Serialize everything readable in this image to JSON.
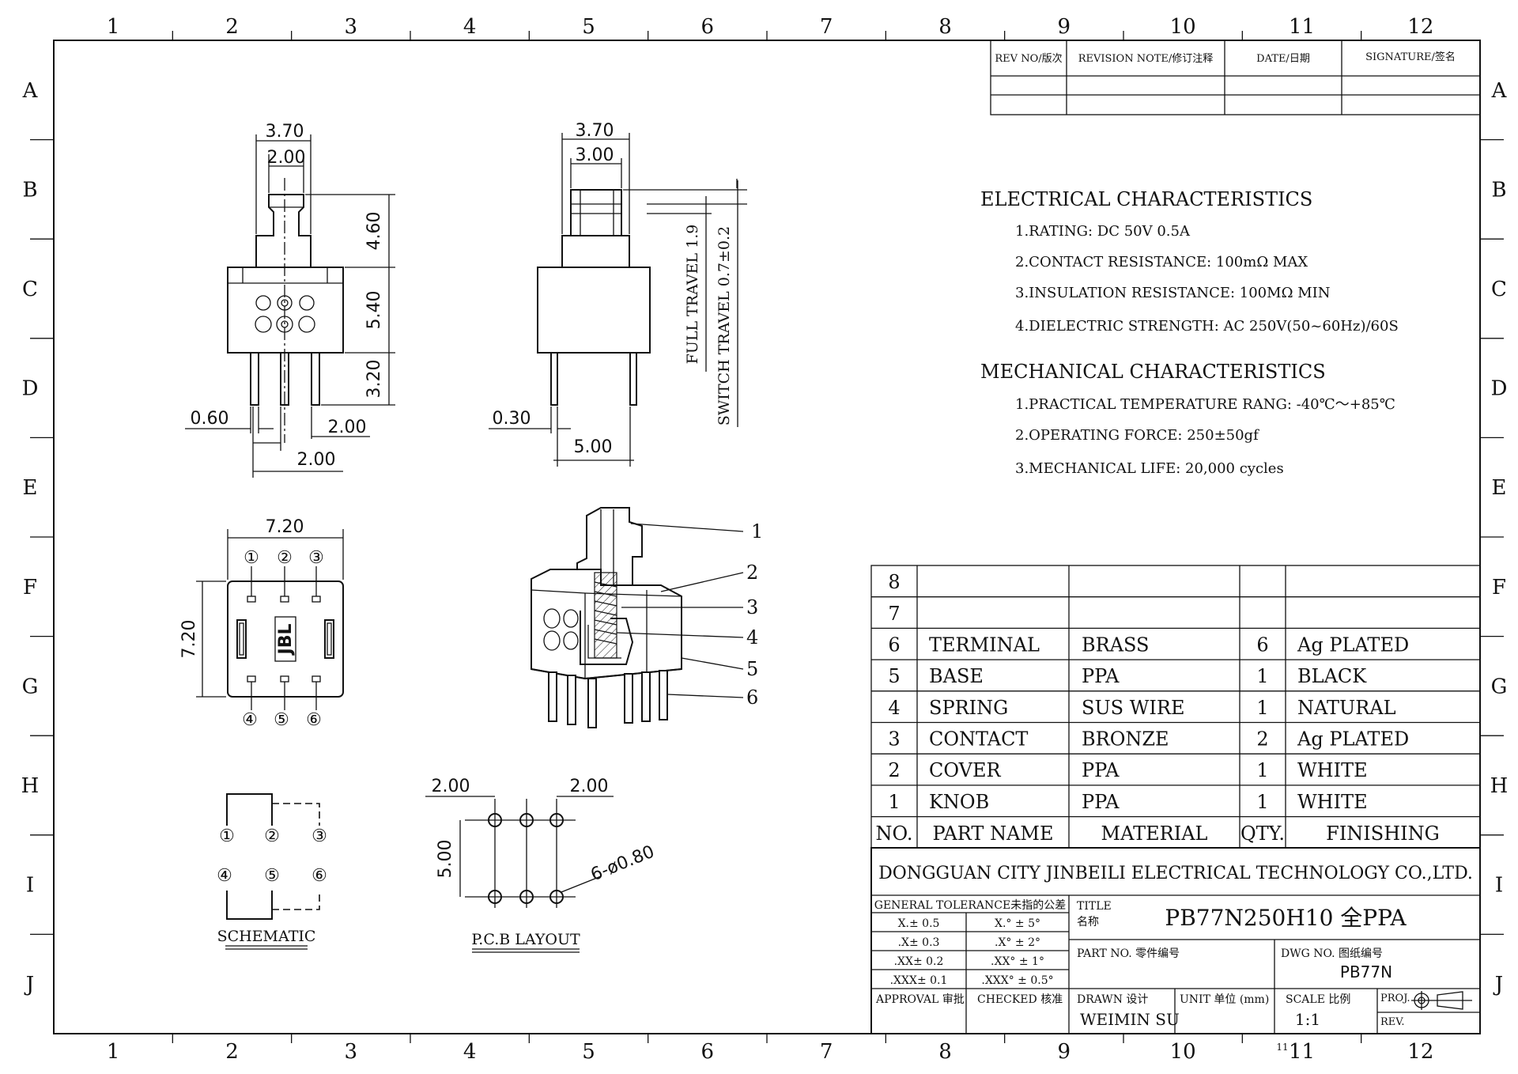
{
  "grid": {
    "cols": [
      "1",
      "2",
      "3",
      "4",
      "5",
      "6",
      "7",
      "8",
      "9",
      "10",
      "11",
      "12"
    ],
    "rows": [
      "A",
      "B",
      "C",
      "D",
      "E",
      "F",
      "G",
      "H",
      "I",
      "J"
    ]
  },
  "revision_table": {
    "headers": [
      "REV NO/版次",
      "REVISION NOTE/修订注释",
      "DATE/日期",
      "SIGNATURE/签名"
    ]
  },
  "electrical": {
    "heading": "ELECTRICAL  CHARACTERISTICS",
    "items": [
      "1.RATING: DC 50V 0.5A",
      "2.CONTACT RESISTANCE: 100mΩ  MAX",
      "3.INSULATION RESISTANCE: 100MΩ  MIN",
      "4.DIELECTRIC STRENGTH: AC 250V(50~60Hz)/60S"
    ]
  },
  "mechanical": {
    "heading": "MECHANICAL  CHARACTERISTICS",
    "items": [
      "1.PRACTICAL TEMPERATURE RANG: -40℃～+85℃",
      "2.OPERATING FORCE: 250±50gf",
      "3.MECHANICAL LIFE: 20,000 cycles"
    ]
  },
  "front_view": {
    "dim_top_outer": "3.70",
    "dim_top_inner": "2.00",
    "dim_knob_h": "4.60",
    "dim_body_h": "5.40",
    "dim_pin_h": "3.20",
    "dim_pin_w": "0.60",
    "dim_pitch_right": "2.00",
    "dim_pitch_bottom": "2.00"
  },
  "side_view": {
    "dim_top_outer": "3.70",
    "dim_top_inner": "3.00",
    "dim_pin_w": "0.30",
    "dim_pin_span": "5.00",
    "full_travel": "FULL TRAVEL 1.9",
    "switch_travel": "SWITCH TRAVEL 0.7±0.2"
  },
  "top_view": {
    "dim_w": "7.20",
    "dim_h": "7.20",
    "logo": "JBL",
    "pins_top": [
      "①",
      "②",
      "③"
    ],
    "pins_bottom": [
      "④",
      "⑤",
      "⑥"
    ]
  },
  "exploded": {
    "callouts": [
      "1",
      "2",
      "3",
      "4",
      "5",
      "6"
    ]
  },
  "schematic": {
    "label": "SCHEMATIC",
    "pins_top": [
      "①",
      "②",
      "③"
    ],
    "pins_bottom": [
      "④",
      "⑤",
      "⑥"
    ]
  },
  "pcb": {
    "label": "P.C.B LAYOUT",
    "dim_left": "2.00",
    "dim_right": "2.00",
    "dim_h": "5.00",
    "holes": "6-ø0.80"
  },
  "bom": {
    "empty_rows": [
      "8",
      "7"
    ],
    "rows": [
      {
        "no": "6",
        "part": "TERMINAL",
        "material": "BRASS",
        "qty": "6",
        "finishing": "Ag PLATED"
      },
      {
        "no": "5",
        "part": "BASE",
        "material": "PPA",
        "qty": "1",
        "finishing": "BLACK"
      },
      {
        "no": "4",
        "part": "SPRING",
        "material": "SUS WIRE",
        "qty": "1",
        "finishing": "NATURAL"
      },
      {
        "no": "3",
        "part": "CONTACT",
        "material": "BRONZE",
        "qty": "2",
        "finishing": "Ag PLATED"
      },
      {
        "no": "2",
        "part": "COVER",
        "material": "PPA",
        "qty": "1",
        "finishing": "WHITE"
      },
      {
        "no": "1",
        "part": "KNOB",
        "material": "PPA",
        "qty": "1",
        "finishing": "WHITE"
      }
    ],
    "headers": {
      "no": "NO.",
      "part": "PART NAME",
      "material": "MATERIAL",
      "qty": "QTY.",
      "finishing": "FINISHING"
    }
  },
  "title_block": {
    "company": "DONGGUAN CITY JINBEILI ELECTRICAL TECHNOLOGY CO.,LTD.",
    "tolerance_heading": "GENERAL TOLERANCE未指的公差",
    "tol_left": [
      "X.± 0.5",
      ".X± 0.3",
      ".XX± 0.2",
      ".XXX± 0.1"
    ],
    "tol_right": [
      "X.° ± 5°",
      ".X° ± 2°",
      ".XX° ± 1°",
      ".XXX° ± 0.5°"
    ],
    "title_label": "TITLE",
    "title_label_cn": "名称",
    "title": "PB77N250H10 全PPA",
    "part_no_label": "PART NO. 零件编号",
    "dwg_no_label": "DWG NO. 图纸编号",
    "dwg_no": "PB77N",
    "approval": "APPROVAL 审批",
    "checked": "CHECKED 核准",
    "drawn_label": "DRAWN 设计",
    "drawn": "WEIMIN SU",
    "unit": "UNIT 单位 (mm)",
    "scale_label": "SCALE 比例",
    "scale": "1:1",
    "proj": "PROJ.",
    "rev": "REV.",
    "sheet_no": "11"
  }
}
